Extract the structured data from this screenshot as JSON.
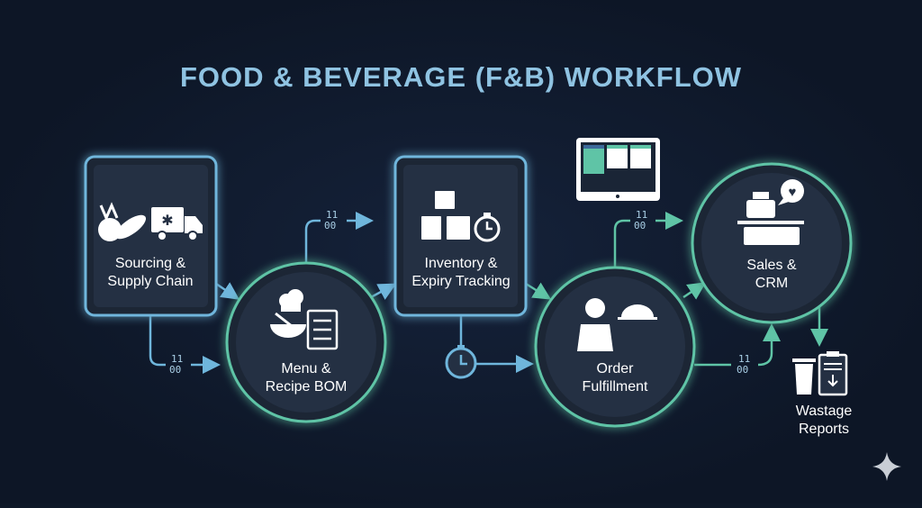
{
  "title": "FOOD & BEVERAGE (F&B) WORKFLOW",
  "nodes": {
    "sourcing": {
      "line1": "Sourcing &",
      "line2": "Supply Chain"
    },
    "menu": {
      "line1": "Menu &",
      "line2": "Recipe BOM"
    },
    "inventory": {
      "line1": "Inventory &",
      "line2": "Expiry Tracking"
    },
    "order": {
      "line1": "Order",
      "line2": "Fulfillment"
    },
    "sales": {
      "line1": "Sales &",
      "line2": "CRM"
    },
    "wastage": {
      "line1": "Wastage",
      "line2": "Reports"
    }
  },
  "binary": {
    "top": "11",
    "bottom": "00"
  },
  "colors": {
    "blue": "#6fb6dc",
    "teal": "#5fc4a6",
    "node_fill": "#1f2b3d",
    "title": "#8fc3e2"
  }
}
